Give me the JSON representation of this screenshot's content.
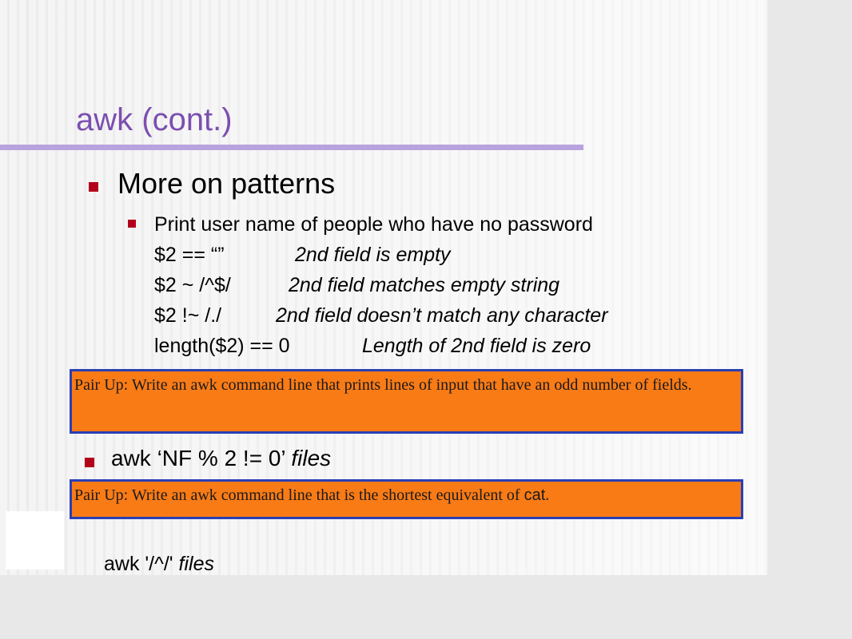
{
  "slide": {
    "title": "awk (cont.)",
    "bullet1": "More on patterns",
    "sub": {
      "intro": "Print user name of people who have no password",
      "rows": [
        {
          "code": "$2 == “”",
          "desc": "2nd field is empty"
        },
        {
          "code": "$2 ~ /^$/",
          "desc": "2nd field matches empty string"
        },
        {
          "code": "$2 !~ /./",
          "desc": "2nd field doesn’t match any character"
        },
        {
          "code": "length($2) == 0",
          "desc": "Length of 2nd field is zero"
        }
      ]
    },
    "pair1": "Pair Up: Write an awk command line that prints lines of input that have an odd number of fields.",
    "answer1_code": "awk ‘NF % 2 != 0’ ",
    "answer1_italic": "files",
    "pair2_text": "Pair Up: Write an awk command line that is the shortest equivalent of ",
    "pair2_code": "cat",
    "pair2_end": ".",
    "answer2_code": "awk '/^/' ",
    "answer2_italic": "files"
  },
  "colors": {
    "title": "#7b4fb0",
    "rule": "#b9a3de",
    "bullet": "#b3001b",
    "pair_fill": "#f97b16",
    "pair_border": "#2a3fb6"
  }
}
